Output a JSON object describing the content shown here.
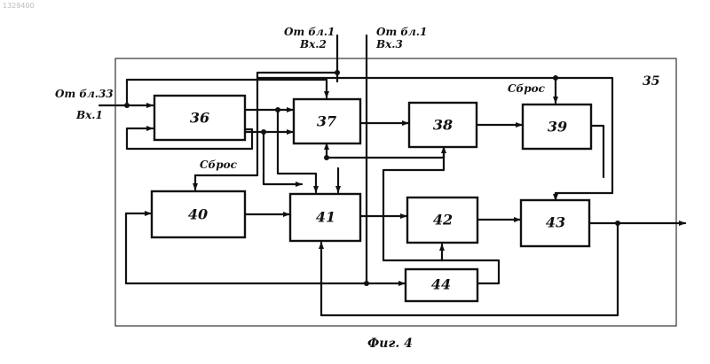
{
  "scan_number": "1329400",
  "frame_label": "35",
  "blocks": {
    "b36": "36",
    "b37": "37",
    "b38": "38",
    "b39": "39",
    "b40": "40",
    "b41": "41",
    "b42": "42",
    "b43": "43",
    "b44": "44"
  },
  "inputs": {
    "in1_line1": "От бл.33",
    "in1_line2": "Вх.1",
    "in2_line1": "От бл.1",
    "in2_line2": "Вх.2",
    "in3_line1": "От бл.1",
    "in3_line2": "Вх.3"
  },
  "reset_labels": {
    "reset_top": "Сброс",
    "reset_left": "Сброс"
  },
  "caption": "Фиг. 4"
}
